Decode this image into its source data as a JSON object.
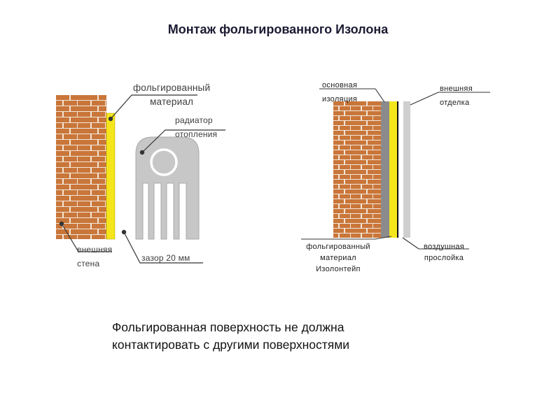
{
  "title": "Монтаж фольгированного Изолона",
  "left_diagram": {
    "foil_material": [
      "фольгированный",
      "материал"
    ],
    "radiator": [
      "радиатор",
      "отопления"
    ],
    "outer_wall": [
      "внешняя",
      "стена"
    ],
    "gap": "зазор 20 мм"
  },
  "right_diagram": {
    "main_insulation": [
      "основная",
      "изоляция"
    ],
    "outer_finish": [
      "внешняя",
      "отделка"
    ],
    "foil_tape": [
      "фольгированный",
      "материал",
      "Изолонтейп"
    ],
    "air_layer": [
      "воздушная",
      "прослойка"
    ]
  },
  "caption": [
    "Фольгированная поверхность не должна",
    "контактировать с другими поверхностями"
  ],
  "colors": {
    "brick": "#c9763a",
    "mortar": "#f3e6d8",
    "foil": "#f5e61c",
    "radiator": "#c7c7c7",
    "insulation": "#8b8b8b",
    "finish": "#cfcfcf"
  }
}
